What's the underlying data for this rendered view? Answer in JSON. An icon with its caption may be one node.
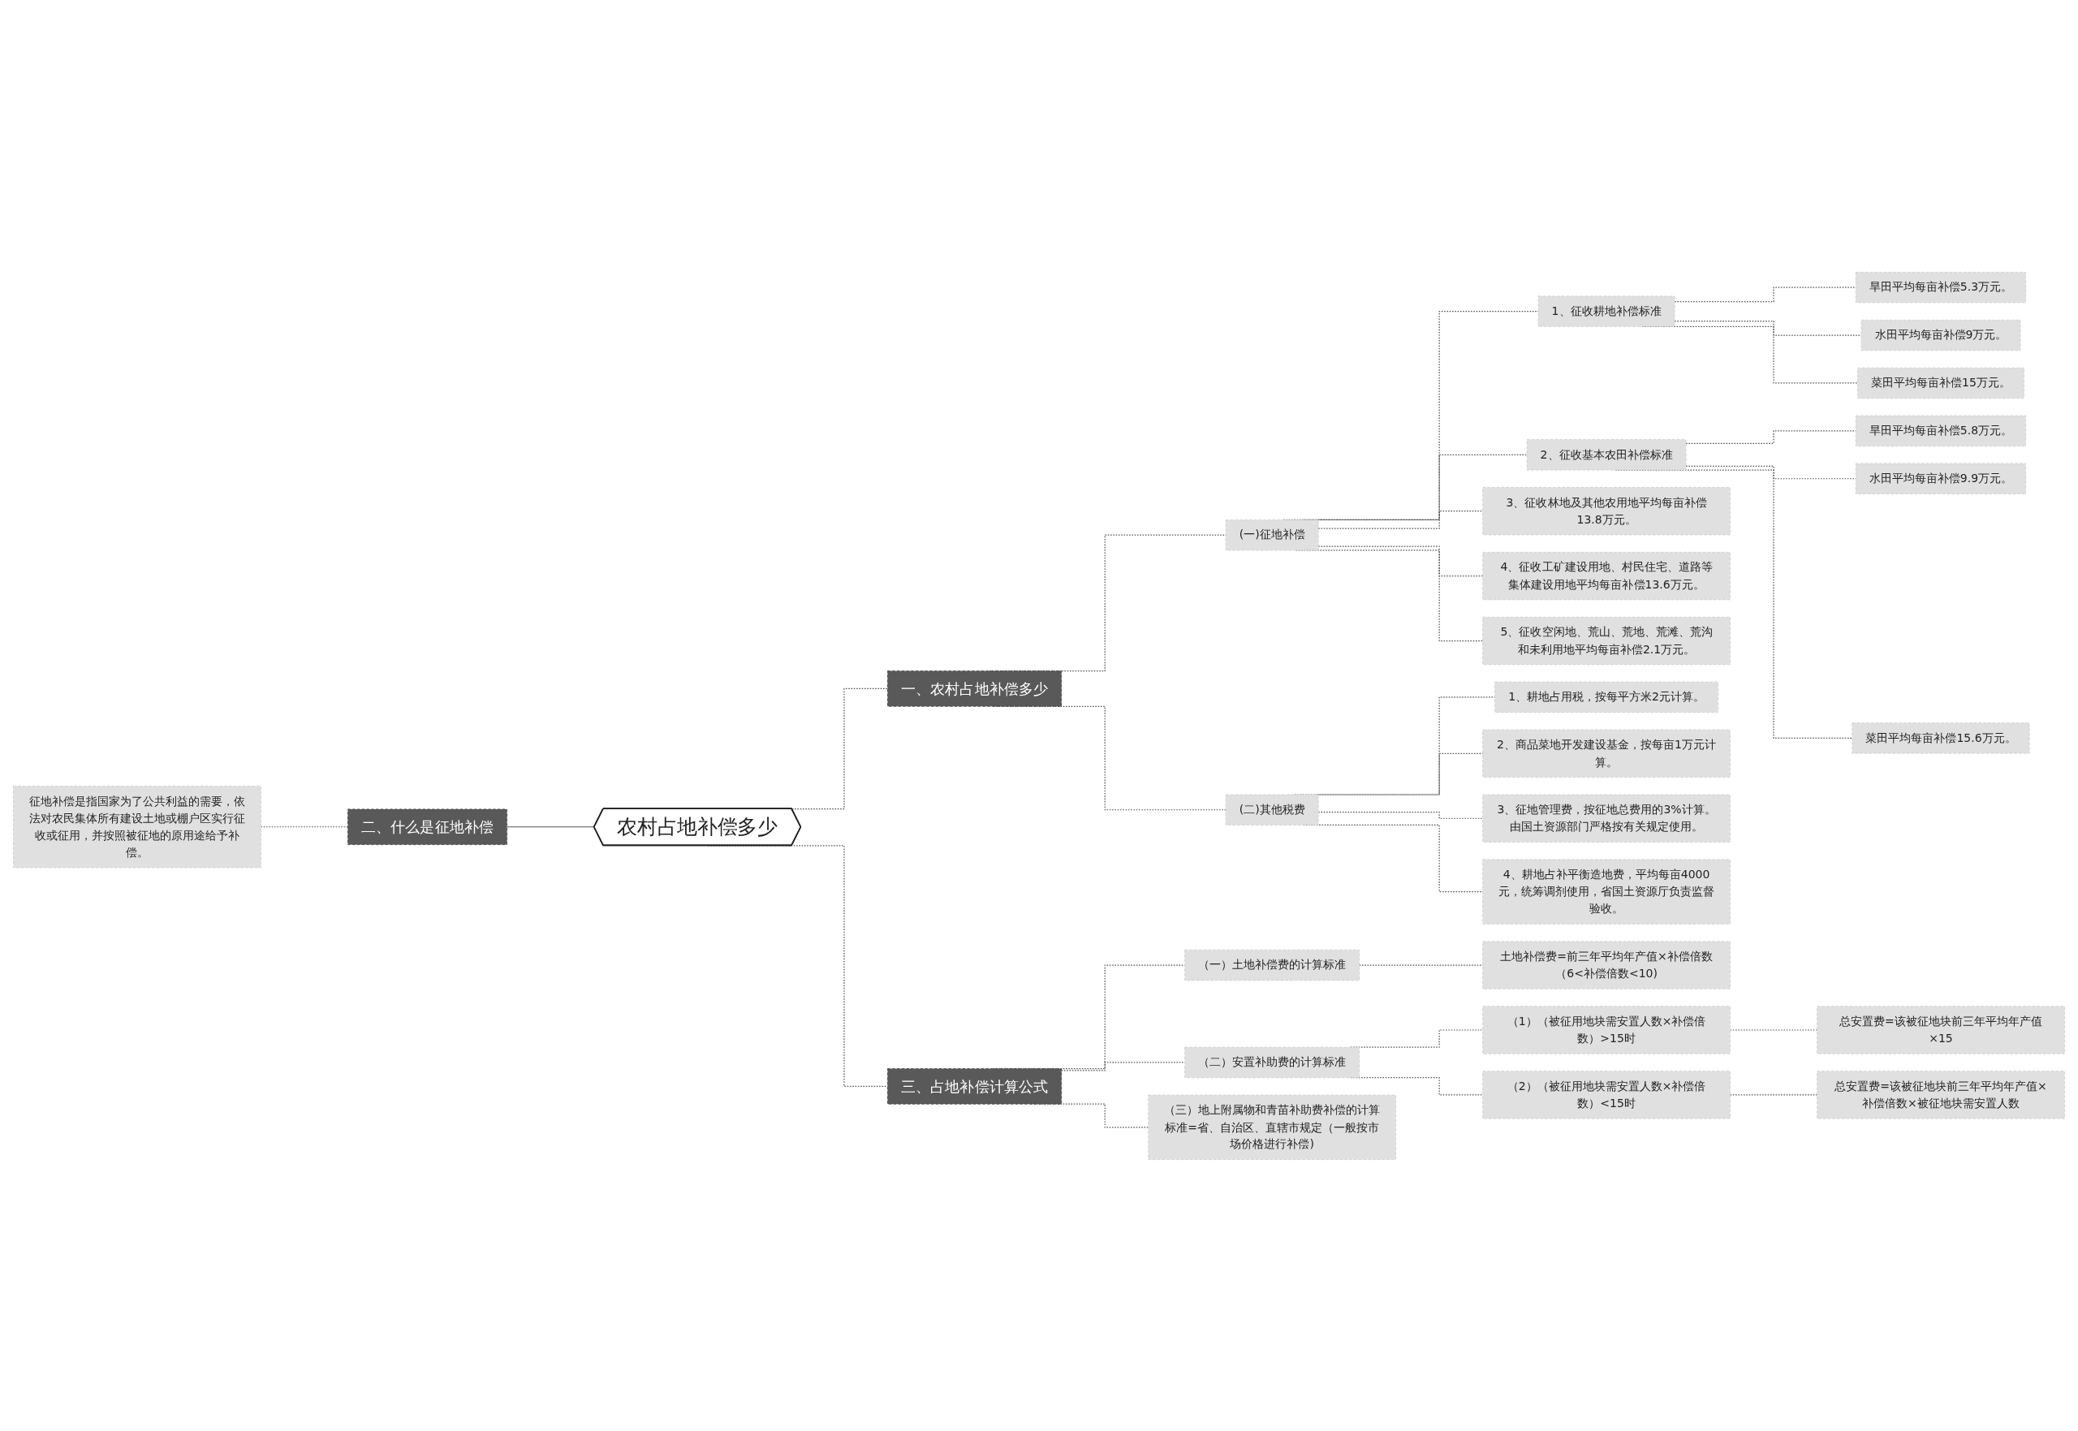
{
  "diagram": {
    "nodes": [
      {
        "text": [
          "农村占地补偿多少"
        ]
      },
      {
        "text": [
          "二、什么是征地补偿"
        ]
      },
      {
        "text": [
          "征地补偿是指国家为了公共利益的需要，依法对农民集体所有建设土地或棚户区实行征收或征用，并按照被征地的原用途给予补偿。"
        ]
      },
      {
        "text": [
          "一、农村占地补偿多少"
        ]
      },
      {
        "text": [
          "(一)征地补偿"
        ]
      },
      {
        "text": [
          "1、征收耕地补偿标准"
        ]
      },
      {
        "text": [
          "旱田平均每亩补偿5.3万元。"
        ]
      },
      {
        "text": [
          "水田平均每亩补偿9万元。"
        ]
      },
      {
        "text": [
          "菜田平均每亩补偿15万元。"
        ]
      },
      {
        "text": [
          "2、征收基本农田补偿标准"
        ]
      },
      {
        "text": [
          "旱田平均每亩补偿5.8万元。"
        ]
      },
      {
        "text": [
          "水田平均每亩补偿9.9万元。"
        ]
      },
      {
        "text": [
          "菜田平均每亩补偿15.6万元。"
        ]
      },
      {
        "text": [
          "3、征收林地及其他农用地平均每亩补偿13.8万元。"
        ]
      },
      {
        "text": [
          "4、征收工矿建设用地、村民住宅、道路等集体建设用地平均每亩补偿13.6万元。"
        ]
      },
      {
        "text": [
          "5、征收空闲地、荒山、荒地、荒滩、荒沟和未利用地平均每亩补偿2.1万元。"
        ]
      },
      {
        "text": [
          "(二)其他税费"
        ]
      },
      {
        "text": [
          "1、耕地占用税，按每平方米2元计算。"
        ]
      },
      {
        "text": [
          "2、商品菜地开发建设基金，按每亩1万元计算。"
        ]
      },
      {
        "text": [
          "3、征地管理费，按征地总费用的3%计算。由国土资源部门严格按有关规定使用。"
        ]
      },
      {
        "text": [
          "4、耕地占补平衡造地费，平均每亩4000元，统筹调剂使用，省国土资源厅负责监督验收。"
        ]
      },
      {
        "text": [
          "三、占地补偿计算公式"
        ]
      },
      {
        "text": [
          "（一）土地补偿费的计算标准"
        ]
      },
      {
        "text": [
          "土地补偿费=前三年平均年产值×补偿倍数（6<补偿倍数<10)"
        ]
      },
      {
        "text": [
          "（二）安置补助费的计算标准"
        ]
      },
      {
        "text": [
          "（1）（被征用地块需安置人数×补偿倍数）>15时"
        ]
      },
      {
        "text": [
          "总安置费=该被征地块前三年平均年产值×15"
        ]
      },
      {
        "text": [
          "（2）（被征用地块需安置人数×补偿倍数）<15时"
        ]
      },
      {
        "text": [
          "总安置费=该被征地块前三年平均年产值×补偿倍数×被征地块需安置人数"
        ]
      },
      {
        "text": [
          "（三）地上附属物和青苗补助费补偿的计算标准=省、自治区、直辖市规定（一般按市场价格进行补偿)"
        ]
      }
    ],
    "edges": [
      {
        "from": 0,
        "to": 1,
        "arrow": "none"
      },
      {
        "from": 1,
        "to": 2,
        "arrow": "none",
        "style": "dashed"
      },
      {
        "from": 0,
        "to": 3,
        "arrow": "none",
        "style": "dashed"
      },
      {
        "from": 3,
        "to": 4,
        "arrow": "none",
        "style": "dashed"
      },
      {
        "from": 4,
        "to": 5,
        "arrow": "none",
        "style": "dashed"
      },
      {
        "from": 5,
        "to": 6,
        "arrow": "none",
        "style": "dashed"
      },
      {
        "from": 5,
        "to": 7,
        "arrow": "none",
        "style": "dashed"
      },
      {
        "from": 5,
        "to": 8,
        "arrow": "none",
        "style": "dashed"
      },
      {
        "from": 4,
        "to": 9,
        "arrow": "none",
        "style": "dashed"
      },
      {
        "from": 9,
        "to": 10,
        "arrow": "none",
        "style": "dashed"
      },
      {
        "from": 9,
        "to": 11,
        "arrow": "none",
        "style": "dashed"
      },
      {
        "from": 9,
        "to": 12,
        "arrow": "none",
        "style": "dashed"
      },
      {
        "from": 4,
        "to": 13,
        "arrow": "none",
        "style": "dashed"
      },
      {
        "from": 4,
        "to": 14,
        "arrow": "none",
        "style": "dashed"
      },
      {
        "from": 4,
        "to": 15,
        "arrow": "none",
        "style": "dashed"
      },
      {
        "from": 3,
        "to": 16,
        "arrow": "none",
        "style": "dashed"
      },
      {
        "from": 16,
        "to": 17,
        "arrow": "none",
        "style": "dashed"
      },
      {
        "from": 16,
        "to": 18,
        "arrow": "none",
        "style": "dashed"
      },
      {
        "from": 16,
        "to": 19,
        "arrow": "none",
        "style": "dashed"
      },
      {
        "from": 16,
        "to": 20,
        "arrow": "none",
        "style": "dashed"
      },
      {
        "from": 0,
        "to": 21,
        "arrow": "none",
        "style": "dashed"
      },
      {
        "from": 21,
        "to": 22,
        "arrow": "none",
        "style": "dashed"
      },
      {
        "from": 22,
        "to": 23,
        "arrow": "none",
        "style": "dashed"
      },
      {
        "from": 21,
        "to": 24,
        "arrow": "none",
        "style": "dashed"
      },
      {
        "from": 24,
        "to": 25,
        "arrow": "none",
        "style": "dashed"
      },
      {
        "from": 25,
        "to": 26,
        "arrow": "none",
        "style": "dashed"
      },
      {
        "from": 24,
        "to": 27,
        "arrow": "none",
        "style": "dashed"
      },
      {
        "from": 27,
        "to": 28,
        "arrow": "none",
        "style": "dashed"
      },
      {
        "from": 21,
        "to": 29,
        "arrow": "none",
        "style": "dashed"
      }
    ]
  }
}
